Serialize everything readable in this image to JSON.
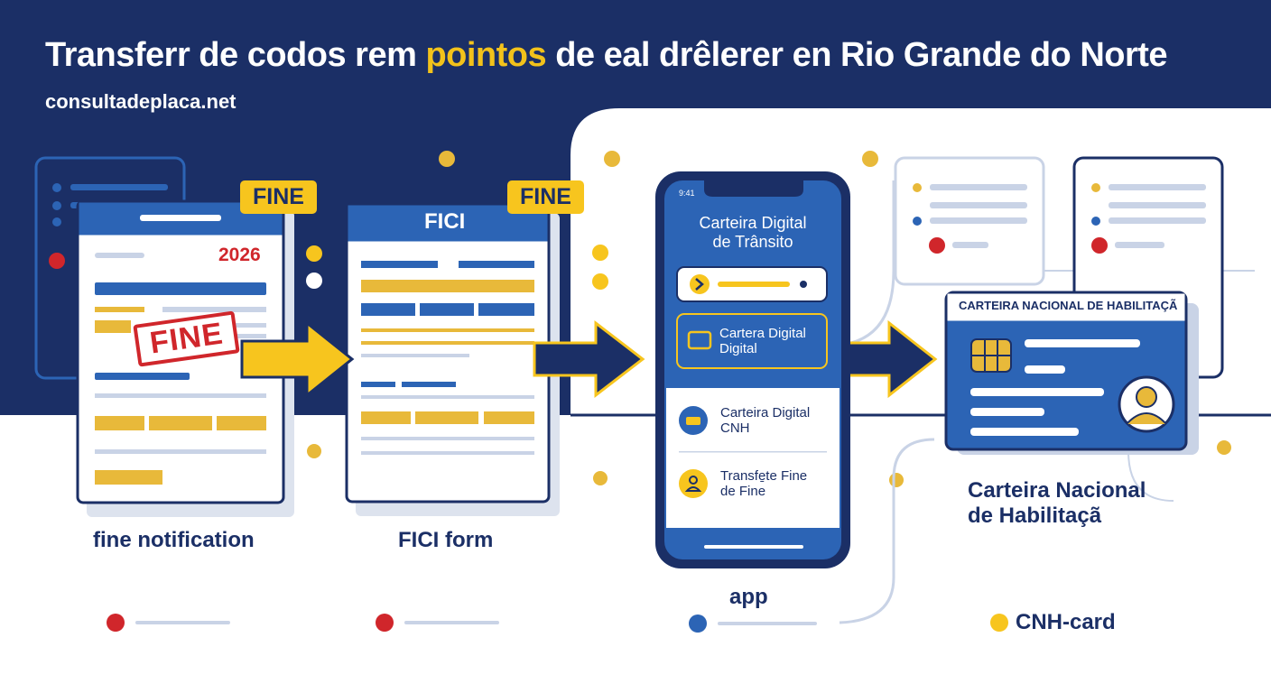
{
  "header": {
    "title_prefix": "Transferr de codos rem ",
    "title_highlight": "pointos",
    "title_suffix": " de eal drêlerer en Rio Grande do Norte",
    "site": "consultadeplaca.net"
  },
  "step1": {
    "badge": "FINE",
    "year": "2026",
    "stamp": "FINE",
    "label": "fine notification"
  },
  "step2": {
    "badge": "FINE",
    "heading": "FICI",
    "label": "FICI form"
  },
  "step3": {
    "status_time": "9:41",
    "heading_line1": "Carteira Digital",
    "heading_line2": "de Trânsito",
    "option_line1": "Cartera Digital",
    "option_line2": "Digital",
    "menu1_line1": "Carteira Digital",
    "menu1_line2": "CNH",
    "menu2_line1": "Transfe̱te Fine",
    "menu2_line2": "de Fine",
    "label": "app"
  },
  "step4": {
    "card_header": "CARTEIRA NACIONAL DE HABILITAÇÃ",
    "label_line1": "Carteira Nacional",
    "label_line2": "de Habilitaçã"
  },
  "legend": {
    "cnh": "CNH-card"
  },
  "colors": {
    "navy": "#1b2f66",
    "blue": "#2c64b5",
    "yellow": "#f7c51e",
    "red": "#d0262b"
  }
}
